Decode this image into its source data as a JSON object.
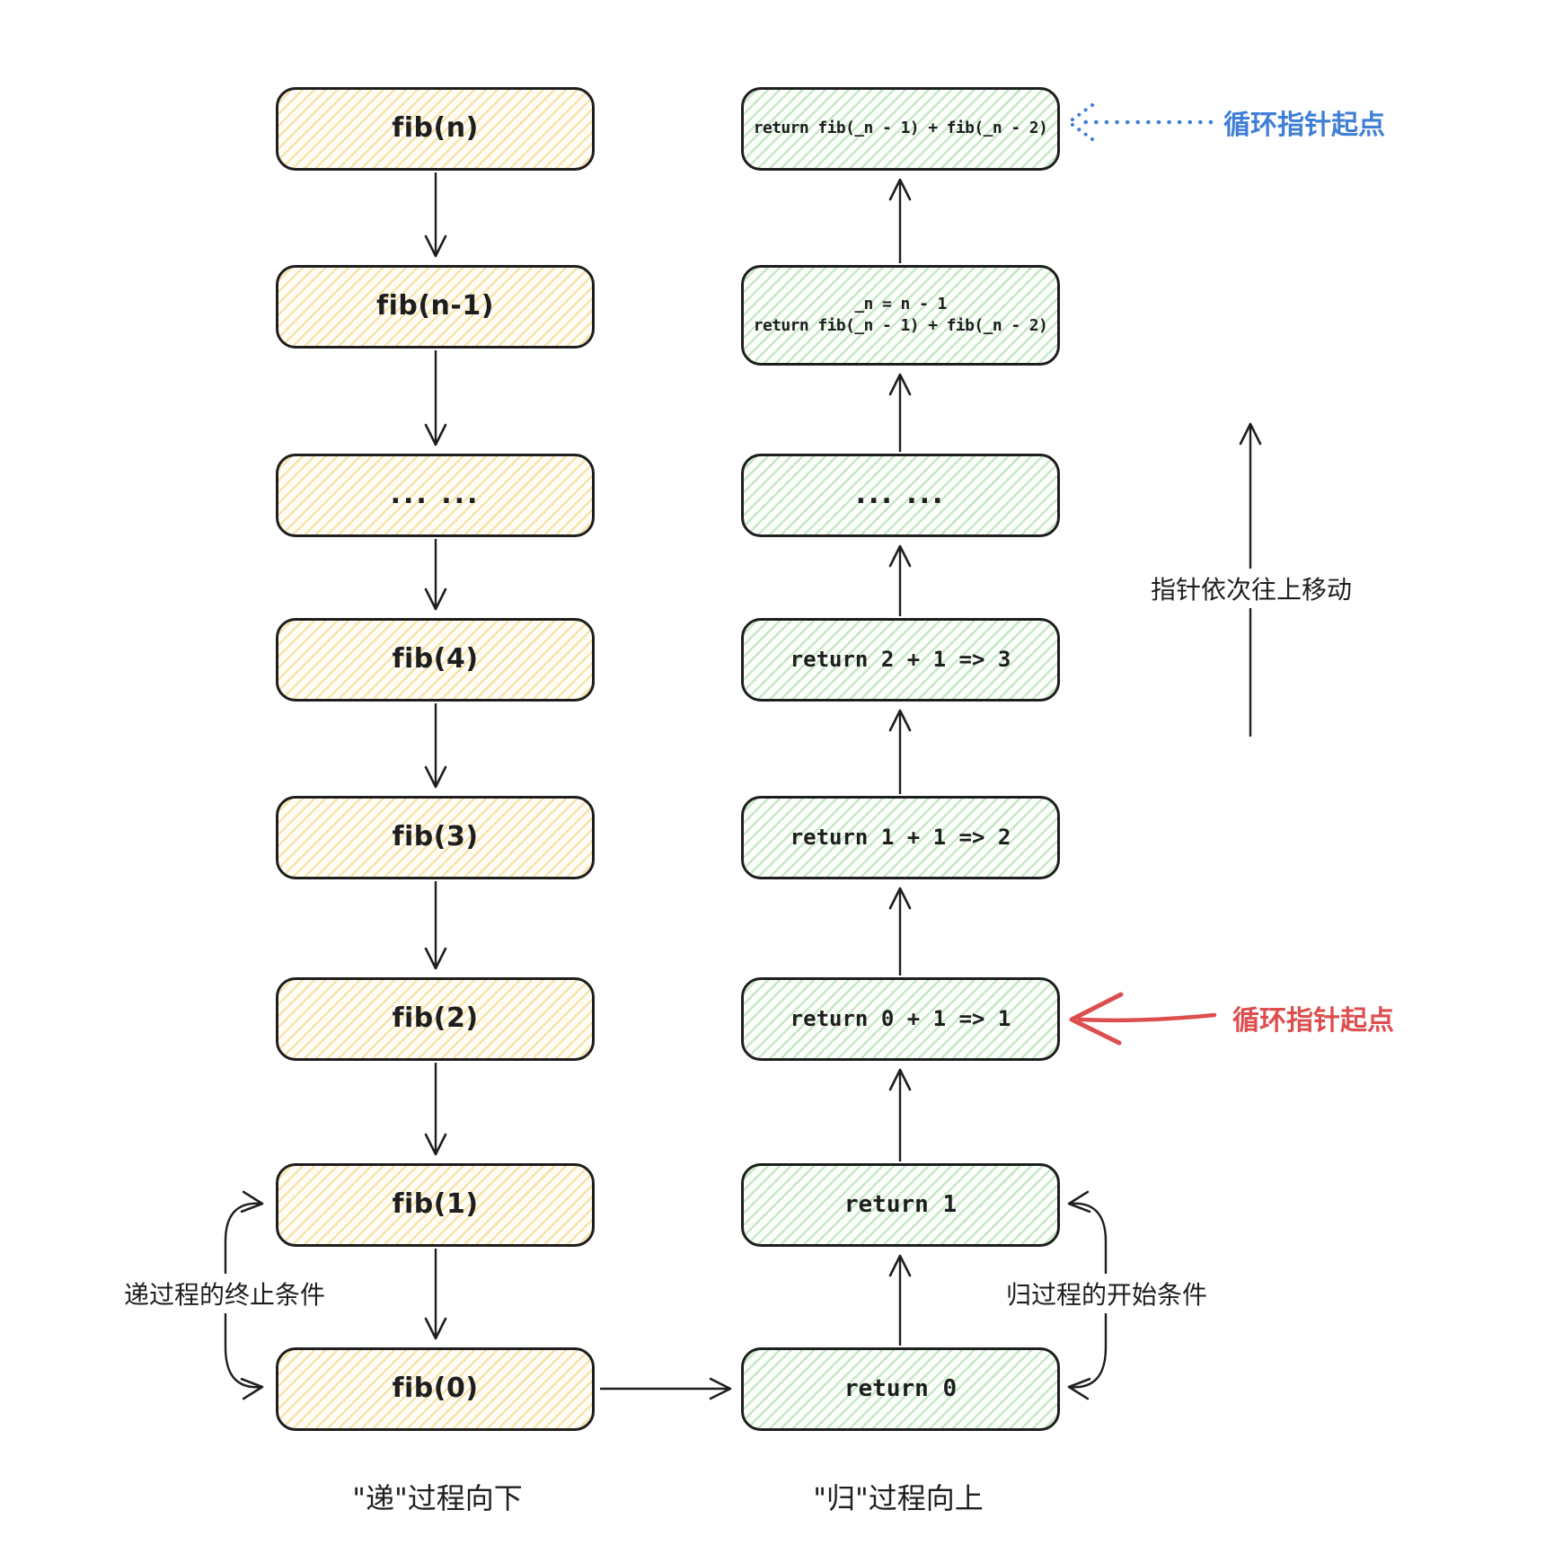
{
  "left_column": {
    "caption": "\"递\"过程向下",
    "boxes": [
      {
        "label": "fib(n)"
      },
      {
        "label": "fib(n-1)"
      },
      {
        "label": "... ..."
      },
      {
        "label": "fib(4)"
      },
      {
        "label": "fib(3)"
      },
      {
        "label": "fib(2)"
      },
      {
        "label": "fib(1)"
      },
      {
        "label": "fib(0)"
      }
    ]
  },
  "right_column": {
    "caption": "\"归\"过程向上",
    "boxes": [
      {
        "line1": "return fib(_n - 1) + fib(_n - 2)"
      },
      {
        "line1": "_n = n - 1",
        "line2": "return fib(_n - 1) + fib(_n - 2)"
      },
      {
        "line1": "... ..."
      },
      {
        "line1": "return 2 + 1 => 3"
      },
      {
        "line1": "return 1 + 1 => 2"
      },
      {
        "line1": "return 0 + 1 => 1"
      },
      {
        "line1": "return 1"
      },
      {
        "line1": "return 0"
      }
    ]
  },
  "annotations": {
    "loop_pointer_start_top": "循环指针起点",
    "loop_pointer_start_bottom": "循环指针起点",
    "pointer_moves_up": "指针依次往上移动",
    "recursion_stop_condition": "递过程的终止条件",
    "return_start_condition": "归过程的开始条件"
  },
  "colors": {
    "ink": "#1e1e1e",
    "yellow_hatch": "#f0ce70",
    "green_hatch": "#7cc87c",
    "blue_accent": "#3f7fd6",
    "red_accent": "#dd4f4f"
  }
}
